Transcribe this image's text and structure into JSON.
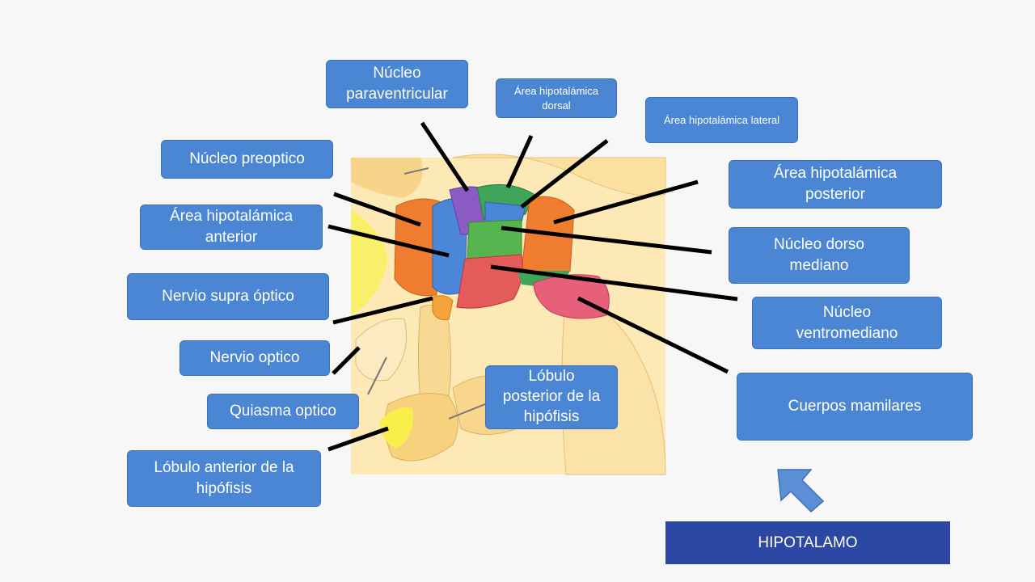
{
  "labels": {
    "paraventricular": "Núcleo\nparaventricular",
    "dorsal_area": "Área hipotalámica\ndorsal",
    "lateral_area": "Área hipotalámica lateral",
    "preoptic": "Núcleo preoptico",
    "posterior_area": "Área hipotalámica\nposterior",
    "anterior_area": "Área hipotalámica\nanterior",
    "dorsomedial": "Núcleo dorso\nmediano",
    "supraoptic": "Nervio supra óptico",
    "ventromedial": "Núcleo\nventromediano",
    "optic_nerve": "Nervio optico",
    "mammillary": "Cuerpos mamilares",
    "chiasm": "Quiasma optico",
    "posterior_lobe": "Lóbulo\nposterior de la\nhipófisis",
    "anterior_lobe": "Lóbulo anterior de  la\nhipófisis"
  },
  "title": "HIPOTALAMO",
  "colors": {
    "label_fill": "#4a86d4",
    "title_fill": "#2c47a4",
    "pointer_line": "#000000",
    "arrow_fill": "#5b8fd6"
  }
}
